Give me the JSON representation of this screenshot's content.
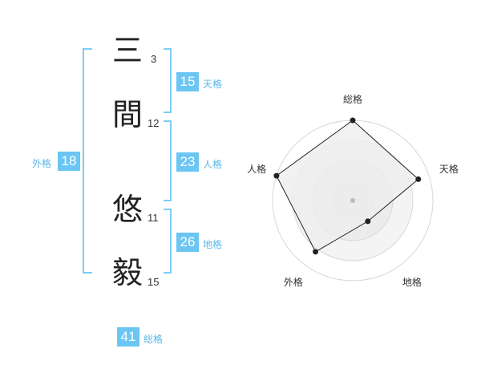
{
  "name": {
    "chars": [
      {
        "char": "三",
        "strokes": "3"
      },
      {
        "char": "間",
        "strokes": "12"
      },
      {
        "char": "悠",
        "strokes": "11"
      },
      {
        "char": "毅",
        "strokes": "15"
      }
    ]
  },
  "fortunes": {
    "tenkaku": {
      "value": "15",
      "label": "天格"
    },
    "jinkaku": {
      "value": "23",
      "label": "人格"
    },
    "chikaku": {
      "value": "26",
      "label": "地格"
    },
    "gaikaku": {
      "value": "18",
      "label": "外格"
    },
    "soukaku": {
      "value": "41",
      "label": "総格"
    }
  },
  "colors": {
    "accent": "#6bc6f3",
    "bracket": "#7ccdf5",
    "radar_fill": "#eeeeee"
  },
  "chart_data": {
    "type": "radar",
    "axes": [
      "総格",
      "天格",
      "地格",
      "外格",
      "人格"
    ],
    "values": [
      1.0,
      0.86,
      0.32,
      0.79,
      1.0
    ],
    "range": [
      0,
      1
    ],
    "rings": 4
  }
}
